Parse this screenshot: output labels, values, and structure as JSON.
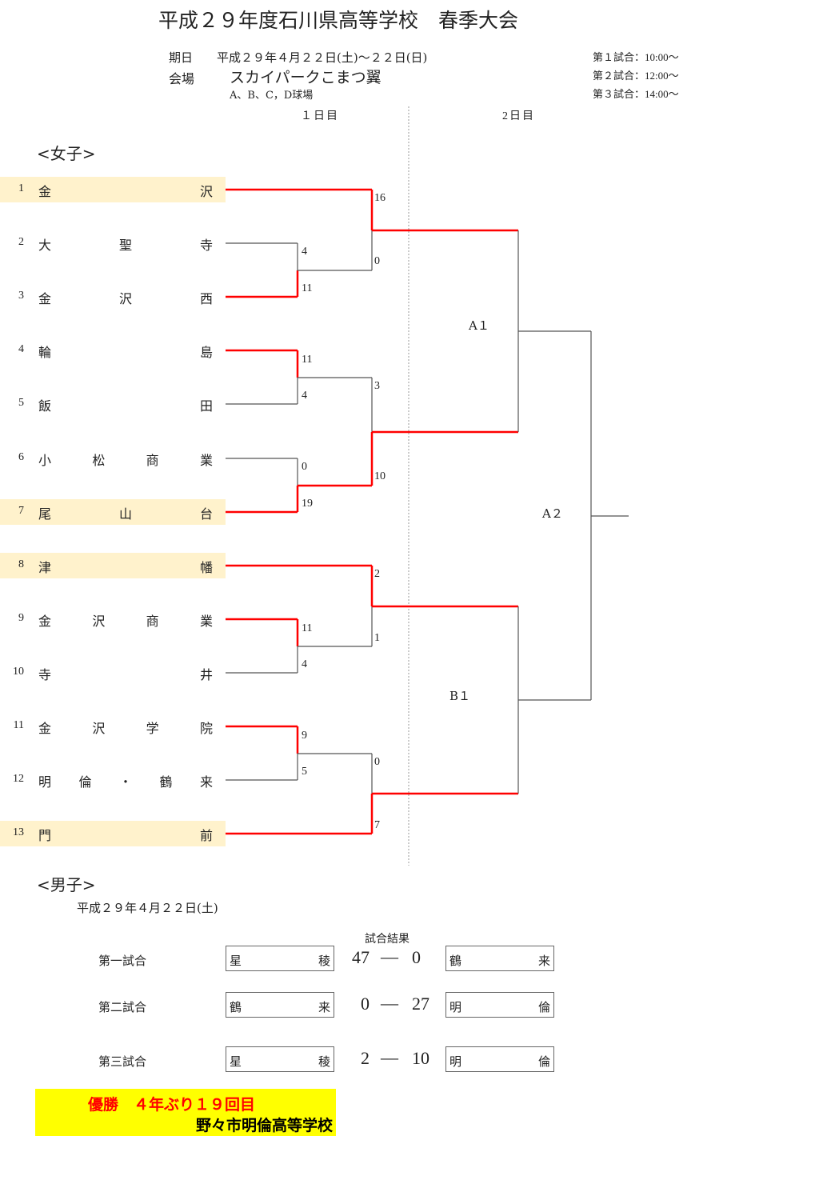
{
  "header": {
    "title": "平成２９年度石川県高等学校　春季大会",
    "date_label": "期日",
    "date_value": "平成２９年４月２２日(土)～２２日(日)",
    "venue_label": "会場",
    "venue_value": "スカイパークこまつ翼",
    "fields": "A、B、C，D球場",
    "schedule": [
      "第１試合：10:00～",
      "第２試合：12:00～",
      "第３試合：14:00～"
    ],
    "day1": "１日目",
    "day2": "2日目"
  },
  "girls": {
    "section_title": "<女子>",
    "teams": [
      {
        "seed": "1",
        "chars": [
          "金",
          "沢"
        ],
        "highlight": true
      },
      {
        "seed": "2",
        "chars": [
          "大",
          "聖",
          "寺"
        ],
        "highlight": false
      },
      {
        "seed": "3",
        "chars": [
          "金",
          "沢",
          "西"
        ],
        "highlight": false
      },
      {
        "seed": "4",
        "chars": [
          "輪",
          "島"
        ],
        "highlight": false
      },
      {
        "seed": "5",
        "chars": [
          "飯",
          "田"
        ],
        "highlight": false
      },
      {
        "seed": "6",
        "chars": [
          "小",
          "松",
          "商",
          "業"
        ],
        "highlight": false
      },
      {
        "seed": "7",
        "chars": [
          "尾",
          "山",
          "台"
        ],
        "highlight": true
      },
      {
        "seed": "8",
        "chars": [
          "津",
          "幡"
        ],
        "highlight": true
      },
      {
        "seed": "9",
        "chars": [
          "金",
          "沢",
          "商",
          "業"
        ],
        "highlight": false
      },
      {
        "seed": "10",
        "chars": [
          "寺",
          "井"
        ],
        "highlight": false
      },
      {
        "seed": "11",
        "chars": [
          "金",
          "沢",
          "学",
          "院"
        ],
        "highlight": false
      },
      {
        "seed": "12",
        "chars": [
          "明",
          "倫",
          "・",
          "鶴",
          "来"
        ],
        "highlight": false
      },
      {
        "seed": "13",
        "chars": [
          "門",
          "前"
        ],
        "highlight": true
      }
    ],
    "scores": {
      "r1_2v3": [
        "4",
        "11"
      ],
      "r1_4v5": [
        "11",
        "4"
      ],
      "r1_6v7": [
        "0",
        "19"
      ],
      "r1_9v10": [
        "11",
        "4"
      ],
      "r1_11v12": [
        "9",
        "5"
      ],
      "r2_1vW": [
        "16",
        "0"
      ],
      "r2_WvW": [
        "3",
        "10"
      ],
      "r2_8vW": [
        "2",
        "1"
      ],
      "r2_Wv13": [
        "0",
        "7"
      ]
    },
    "match_labels": {
      "a1": "A１",
      "b1": "B１",
      "a2": "A２"
    }
  },
  "boys": {
    "section_title": "<男子>",
    "date": "平成２９年４月２２日(土)",
    "results_header": "試合結果",
    "dash": "—",
    "matches": [
      {
        "label": "第一試合",
        "home": [
          "星",
          "稜"
        ],
        "home_score": "47",
        "away_score": "0",
        "away": [
          "鶴",
          "来"
        ]
      },
      {
        "label": "第二試合",
        "home": [
          "鶴",
          "来"
        ],
        "home_score": "0",
        "away_score": "27",
        "away": [
          "明",
          "倫"
        ]
      },
      {
        "label": "第三試合",
        "home": [
          "星",
          "稜"
        ],
        "home_score": "2",
        "away_score": "10",
        "away": [
          "明",
          "倫"
        ]
      }
    ],
    "winner_line1": "優勝　４年ぶり１９回目",
    "winner_line2": "野々市明倫高等学校"
  },
  "colors": {
    "winner_line": "#FF0000",
    "normal_line": "#555555",
    "highlight_row": "#FFF2CC",
    "winner_box": "#FFFF00"
  }
}
